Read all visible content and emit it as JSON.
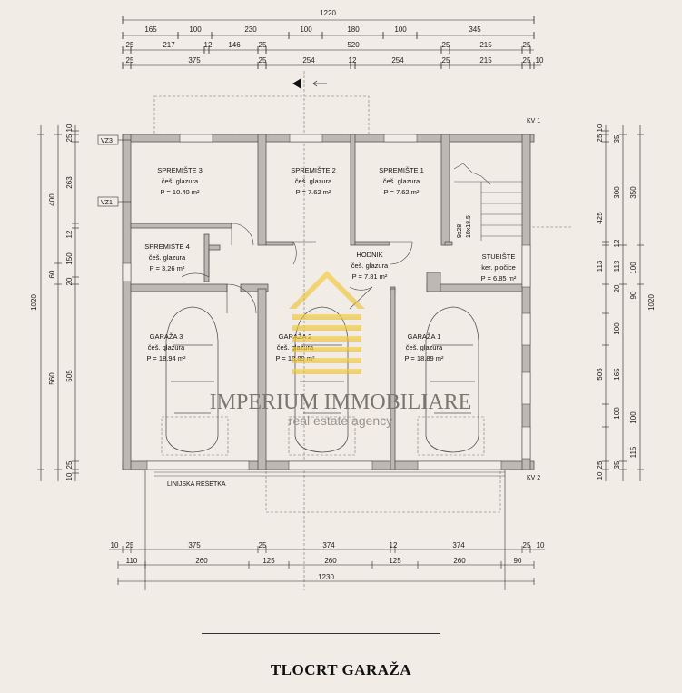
{
  "drawing": {
    "title": "TLOCRT GARAŽA",
    "total_width_top": "1220",
    "total_width_bottom": "1230",
    "total_height": "1020",
    "marks": {
      "kv1": "KV 1",
      "kv2": "KV 2",
      "vz3": "VZ3",
      "vz1": "VZ1"
    },
    "drain_label": "LINIJSKA REŠETKA",
    "stair_spec": "9x28",
    "stair_spec2": "10x18.5"
  },
  "rooms": [
    {
      "id": "spremiste3",
      "name": "SPREMIŠTE 3",
      "finish": "češ. glazura",
      "area": "P = 10.40 m²"
    },
    {
      "id": "spremiste2",
      "name": "SPREMIŠTE 2",
      "finish": "češ. glazura",
      "area": "P = 7.62 m²"
    },
    {
      "id": "spremiste1",
      "name": "SPREMIŠTE 1",
      "finish": "češ. glazura",
      "area": "P = 7.62 m²"
    },
    {
      "id": "spremiste4",
      "name": "SPREMIŠTE 4",
      "finish": "češ. glazura",
      "area": "P = 3.26 m²"
    },
    {
      "id": "hodnik",
      "name": "HODNIK",
      "finish": "češ. glazura",
      "area": "P = 7.81 m²"
    },
    {
      "id": "stubiste",
      "name": "STUBIŠTE",
      "finish": "ker. pločice",
      "area": "P = 6.85 m²"
    },
    {
      "id": "garaza3",
      "name": "GARAŽA 3",
      "finish": "češ. glazura",
      "area": "P = 18.94 m²"
    },
    {
      "id": "garaza2",
      "name": "GARAŽA 2",
      "finish": "češ. glazura",
      "area": "P = 18.89 m²"
    },
    {
      "id": "garaza1",
      "name": "GARAŽA 1",
      "finish": "češ. glazura",
      "area": "P = 18.89 m²"
    }
  ],
  "dimensions": {
    "top_row1": [
      "165",
      "100",
      "230",
      "100",
      "180",
      "100",
      "345"
    ],
    "top_row2": [
      "25",
      "217",
      "12",
      "146",
      "25",
      "520",
      "25",
      "215",
      "25"
    ],
    "top_row3": [
      "25",
      "375",
      "25",
      "254",
      "12",
      "254",
      "25",
      "215",
      "25",
      "10"
    ],
    "bottom_row1": [
      "10",
      "25",
      "375",
      "25",
      "374",
      "12",
      "374",
      "25",
      "10"
    ],
    "bottom_row2": [
      "110",
      "260",
      "125",
      "260",
      "125",
      "260",
      "90"
    ],
    "left_outer": [
      "400",
      "60",
      "560"
    ],
    "left_inner": [
      "10",
      "25",
      "263",
      "12",
      "150",
      "20",
      "505",
      "25",
      "10"
    ],
    "right_inner": [
      "10",
      "25",
      "300",
      "12",
      "113",
      "20",
      "100",
      "100",
      "165",
      "100",
      "115",
      "25",
      "10"
    ],
    "right_mid": [
      "35",
      "425",
      "113",
      "90",
      "505",
      "35"
    ],
    "right_outer": [
      "350",
      "100",
      "1020"
    ]
  },
  "watermark": {
    "brand": "IMPERIUM IMMOBILIARE",
    "tagline": "real estate agency"
  }
}
